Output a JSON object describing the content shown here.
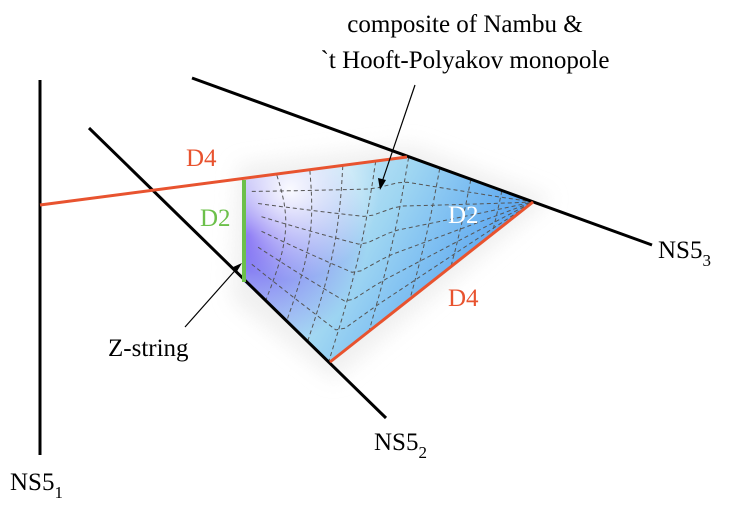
{
  "annotation": {
    "line1": "composite of Nambu &",
    "line2": "`t Hooft-Polyakov monopole"
  },
  "labels": {
    "d4_top": "D4",
    "d2_left": "D2",
    "d2_right": "D2",
    "d4_bottom": "D4",
    "z_string": "Z-string"
  },
  "branes": {
    "ns5_1": {
      "base": "NS5",
      "sub": "1"
    },
    "ns5_2": {
      "base": "NS5",
      "sub": "2"
    },
    "ns5_3": {
      "base": "NS5",
      "sub": "3"
    }
  },
  "colors": {
    "brane_line": "#000000",
    "d4": "#e8532f",
    "d2_edge": "#6cc04a",
    "surface_light": "#e9f6fa",
    "surface_mid": "#9fd6f2",
    "surface_blue": "#3a8ff0",
    "surface_violet": "#5a3ef0",
    "grid": "#555555"
  }
}
